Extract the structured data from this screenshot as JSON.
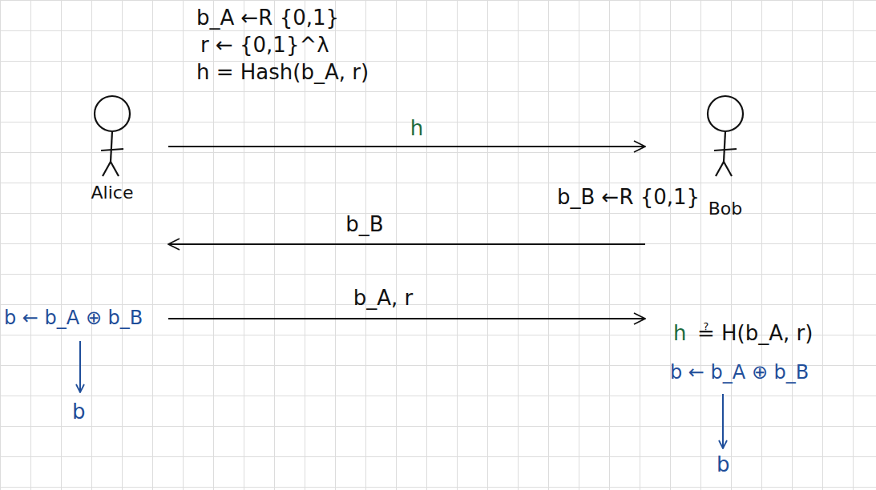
{
  "diagram": {
    "nodes": [
      {
        "text": [
          "Alice"
        ]
      },
      {
        "text": [
          "Bob"
        ]
      }
    ],
    "edges": [
      {
        "from": 0,
        "to": 1,
        "label": "h",
        "arrow": "to"
      },
      {
        "from": 1,
        "to": 0,
        "label": "b_B",
        "arrow": "to"
      },
      {
        "from": 0,
        "to": 1,
        "label": "b_A, r",
        "arrow": "to"
      }
    ],
    "labels": [
      "b_A ←R {0,1}",
      "r ← {0,1}^λ",
      "h = Hash(b_A, r)",
      "b_B ←R {0,1}",
      "b ← b_A ⊕ b_B",
      "b",
      "h",
      "≟ H(b_A, r)",
      "b ← b_A ⊕ b_B",
      "b"
    ]
  }
}
